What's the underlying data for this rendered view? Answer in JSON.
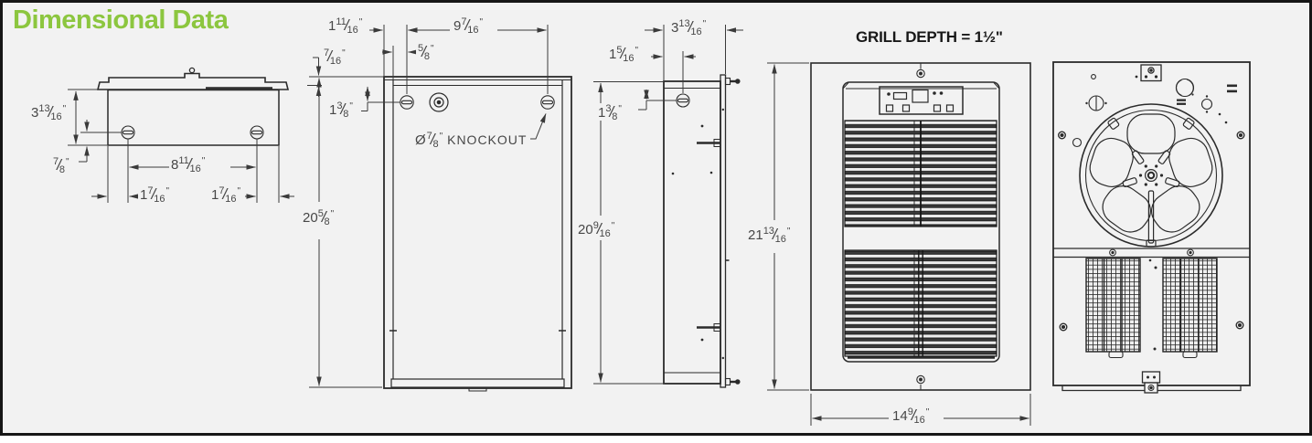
{
  "title": "Dimensional Data",
  "format": {
    "slash": "/"
  },
  "colors": {
    "accent_green": "#8CC63F",
    "line": "#2e2e2e",
    "background": "#f2f2f2"
  },
  "grill": {
    "heading": "GRILL DEPTH = 1½\""
  },
  "knockout_label": {
    "pre": "Ø",
    "num": "7",
    "den": "8",
    "unit": "\"",
    "post": " KNOCKOUT"
  },
  "dims": {
    "top_depth": {
      "whole": "3",
      "num": "13",
      "den": "16",
      "unit": "\""
    },
    "top_back_offset": {
      "num": "7",
      "den": "8",
      "unit": "\""
    },
    "top_hole_spacing": {
      "whole": "8",
      "num": "11",
      "den": "16",
      "unit": "\""
    },
    "top_hole_left": {
      "whole": "1",
      "num": "7",
      "den": "16",
      "unit": "\""
    },
    "top_hole_right": {
      "whole": "1",
      "num": "7",
      "den": "16",
      "unit": "\""
    },
    "front_edge_hole": {
      "whole": "1",
      "num": "11",
      "den": "16",
      "unit": "\""
    },
    "front_hole_spacing": {
      "whole": "9",
      "num": "7",
      "den": "16",
      "unit": "\""
    },
    "front_lip": {
      "num": "7",
      "den": "16",
      "unit": "\""
    },
    "front_inset": {
      "num": "5",
      "den": "8",
      "unit": "\""
    },
    "front_top_hole": {
      "whole": "1",
      "num": "3",
      "den": "8",
      "unit": "\""
    },
    "front_height": {
      "whole": "20",
      "num": "5",
      "den": "8",
      "unit": "\""
    },
    "side_depth": {
      "whole": "3",
      "num": "13",
      "den": "16",
      "unit": "\""
    },
    "side_edge_hole": {
      "whole": "1",
      "num": "5",
      "den": "16",
      "unit": "\""
    },
    "side_top_hole": {
      "whole": "1",
      "num": "3",
      "den": "8",
      "unit": "\""
    },
    "side_height": {
      "whole": "20",
      "num": "9",
      "den": "16",
      "unit": "\""
    },
    "grill_height": {
      "whole": "21",
      "num": "13",
      "den": "16",
      "unit": "\""
    },
    "grill_width": {
      "whole": "14",
      "num": "9",
      "den": "16",
      "unit": "\""
    }
  }
}
